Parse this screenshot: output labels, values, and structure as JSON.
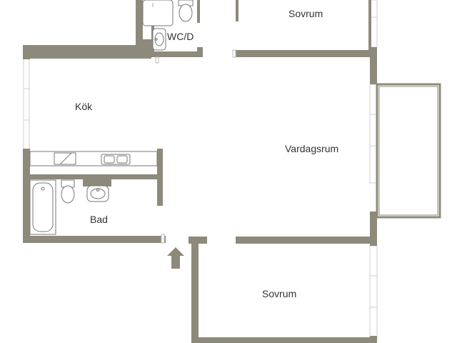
{
  "plan": {
    "wall_color": "#8e8a7b",
    "window_color": "#cfcfcf",
    "fixture_color": "#777777",
    "fixture_fill": "#ffffff",
    "entrance_arrow_color": "#8e8a7b"
  },
  "rooms": {
    "sovrum_top": "Sovrum",
    "wc": "WC/D",
    "kok": "Kök",
    "vardagsrum": "Vardagsrum",
    "bad": "Bad",
    "sovrum_bottom": "Sovrum"
  }
}
